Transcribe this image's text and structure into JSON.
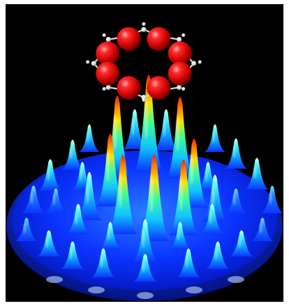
{
  "image": {
    "subject": "molecule-over-wavefunction-surface",
    "colors": {
      "background": "#000000",
      "surface_base": "#0a2cff",
      "peak_cyan": "#1fe6ff",
      "peak_yellow": "#ffe600",
      "peak_red": "#ff1a00",
      "atom_red": "#e30000",
      "atom_small": "#f2f2f2",
      "bond": "#d9d9d9"
    },
    "molecule": {
      "large_atom_count": 8,
      "ring_shape": "octagon"
    }
  }
}
